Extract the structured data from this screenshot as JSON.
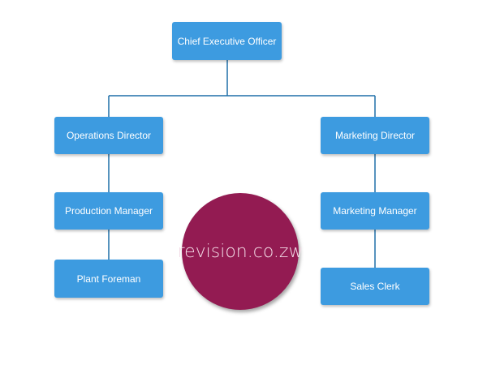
{
  "colors": {
    "node_fill": "#3d9be0",
    "node_text": "#ffffff",
    "connector": "#1f6fa8",
    "watermark_fill": "#931b52"
  },
  "nodes": {
    "ceo": "Chief Executive Officer",
    "operations_director": "Operations Director",
    "marketing_director": "Marketing Director",
    "production_manager": "Production Manager",
    "marketing_manager": "Marketing Manager",
    "plant_foreman": "Plant Foreman",
    "sales_clerk": "Sales Clerk"
  },
  "watermark": {
    "text": "revision.co.zw"
  }
}
